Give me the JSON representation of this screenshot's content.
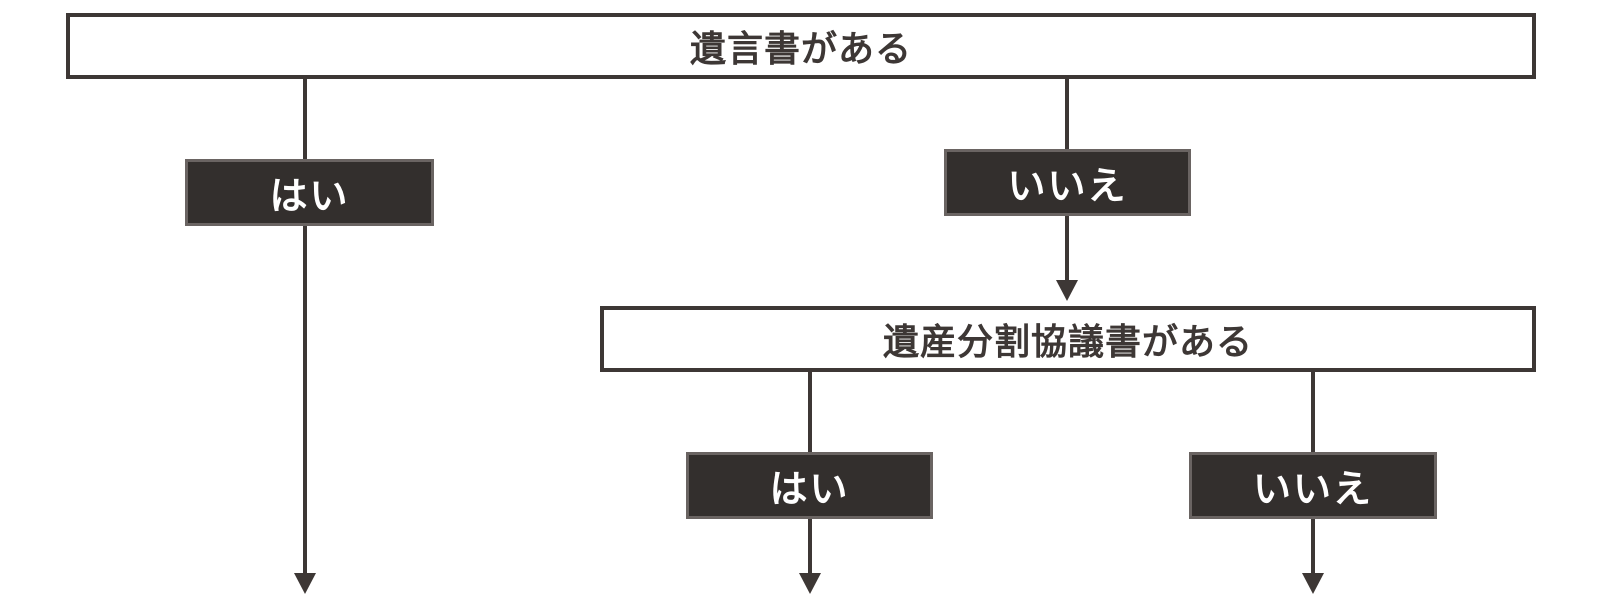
{
  "questions": {
    "has_will": "遺言書がある",
    "has_division_agreement": "遺産分割協議書がある"
  },
  "answers": {
    "yes": "はい",
    "no": "いいえ"
  },
  "colors": {
    "box_border": "#3d3735",
    "answer_fill": "#332f2d",
    "answer_text": "#ffffff",
    "question_text": "#3d3735",
    "connector": "#3d3735"
  }
}
